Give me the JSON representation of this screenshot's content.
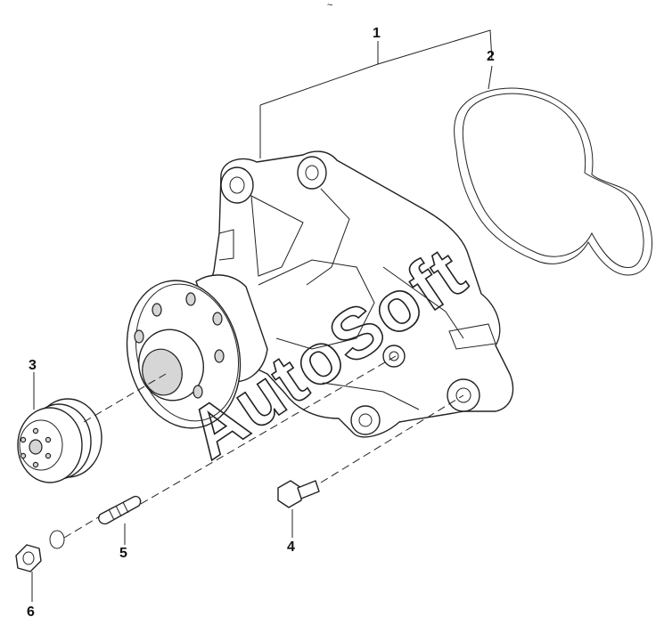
{
  "top_mark": "~",
  "callouts": {
    "c1": "1",
    "c2": "2",
    "c3": "3",
    "c4": "4",
    "c5": "5",
    "c6": "6"
  },
  "watermark": "AutoSoft"
}
